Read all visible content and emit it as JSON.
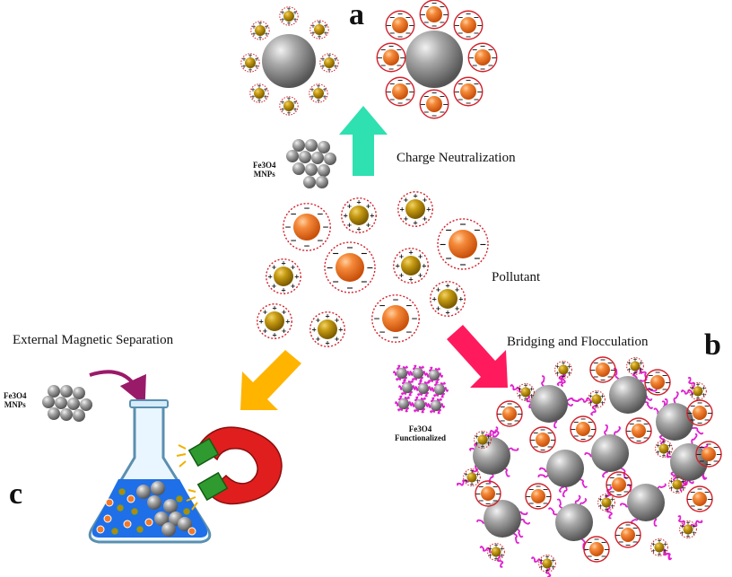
{
  "panel_letters": {
    "a": "a",
    "b": "b",
    "c": "c"
  },
  "labels": {
    "charge_neutralization": "Charge Neutralization",
    "pollutant": "Pollutant",
    "external_magnetic_separation": "External Magnetic Separation",
    "bridging_and_flocculation": "Bridging and Flocculation"
  },
  "small_labels": {
    "mnps_top_line1": "Fe3O4",
    "mnps_top_line2": "MNPs",
    "mnps_left_line1": "Fe3O4",
    "mnps_left_line2": "MNPs",
    "functionalized_line1": "Fe3O4",
    "functionalized_line2": "Functionalized"
  },
  "symbols": {
    "plus": "+",
    "minus": "−"
  },
  "colors": {
    "orange_particle": "#f07a2a",
    "gold_particle": "#b58a0a",
    "gray_particle": "#8e8e8e",
    "arrow_up": "#2fe0b0",
    "arrow_left": "#ffb400",
    "arrow_right": "#ff1a5e",
    "polymer_chain": "#e020d0",
    "red_ring": "#d4202a",
    "flask_liquid": "#1e6fe8",
    "magnet_red": "#e01e1e",
    "magnet_green": "#2f9a2f"
  }
}
